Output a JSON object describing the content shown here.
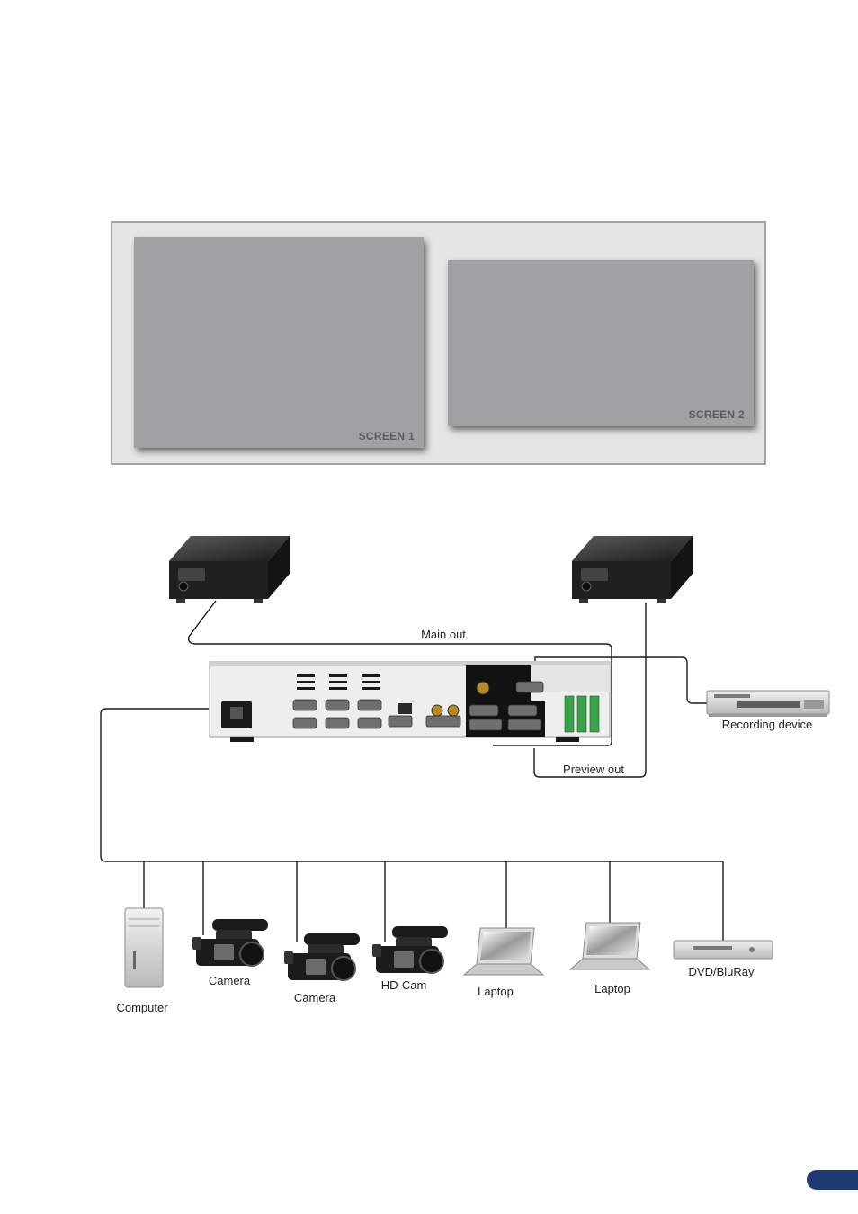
{
  "screens": [
    {
      "label": "SCREEN 1"
    },
    {
      "label": "SCREEN 2"
    }
  ],
  "connections": {
    "main_out": "Main out",
    "preview_out": "Preview out"
  },
  "outputs": {
    "recording": "Recording device"
  },
  "sources": [
    {
      "label": "Computer"
    },
    {
      "label": "Camera"
    },
    {
      "label": "Camera"
    },
    {
      "label": "HD-Cam"
    },
    {
      "label": "Laptop"
    },
    {
      "label": "Laptop"
    },
    {
      "label": "DVD/BluRay"
    }
  ],
  "colors": {
    "stage": "#e6e5e5",
    "screen": "#a0a1a3",
    "device": "#222222",
    "page_tab": "#1f3a72"
  }
}
